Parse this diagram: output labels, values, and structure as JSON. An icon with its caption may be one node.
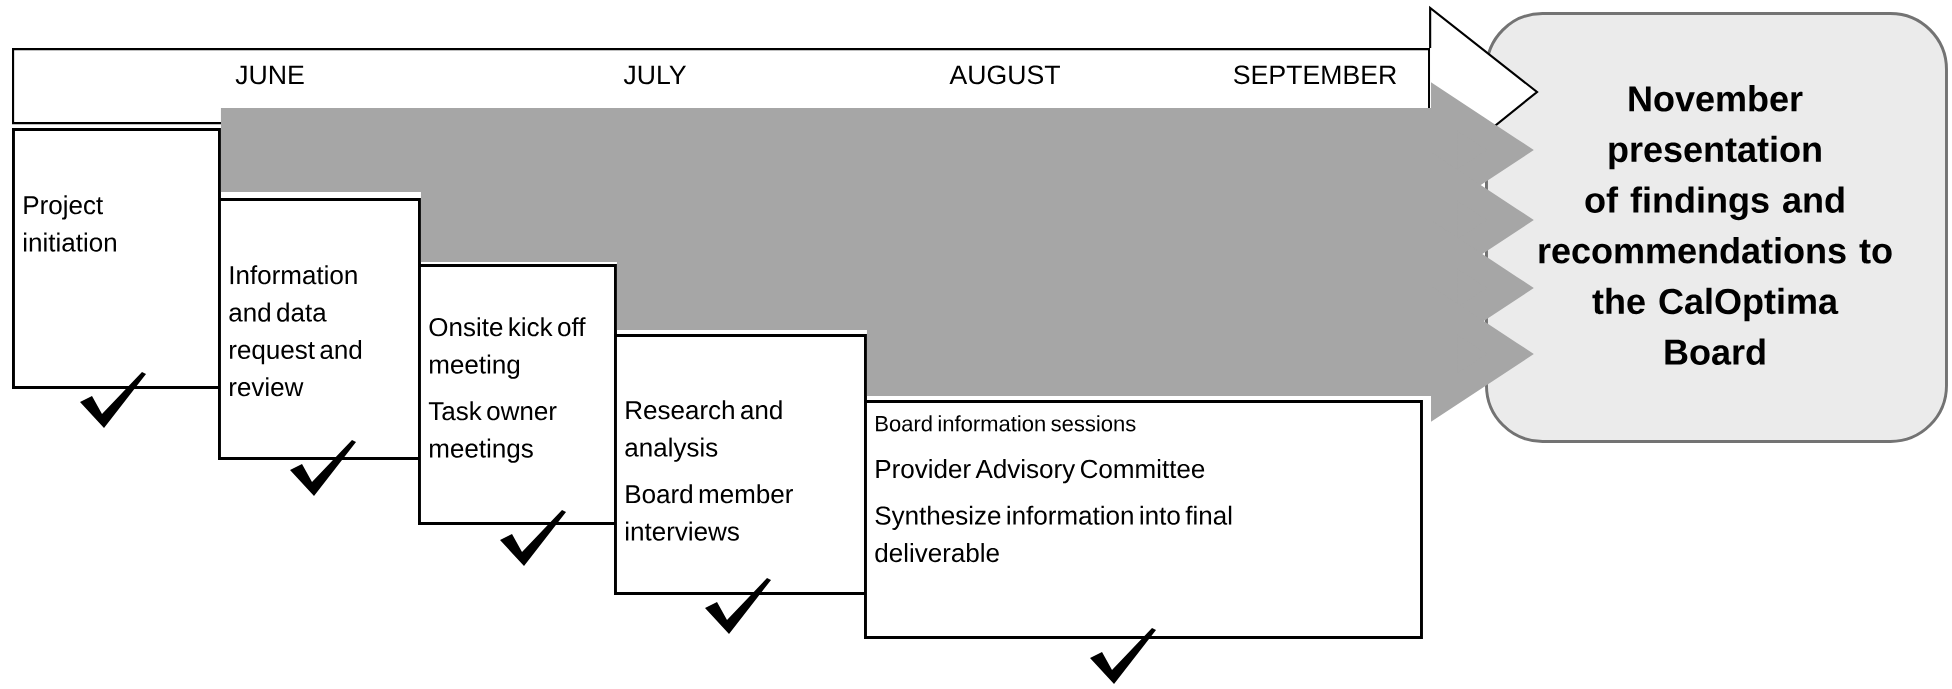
{
  "diagram": {
    "nodes": [
      {
        "text": [
          "JUNE",
          "JULY",
          "AUGUST",
          "SEPTEMBER"
        ]
      },
      {
        "text": [
          "Project initiation"
        ]
      },
      {
        "text": [
          "Information and data request and review"
        ]
      },
      {
        "text": [
          "Onsite kick off meeting",
          "Task owner meetings"
        ]
      },
      {
        "text": [
          "Research and analysis",
          "Board member interviews"
        ]
      },
      {
        "text": [
          "Board information sessions",
          "Provider Advisory Committee",
          "Synthesize information into final deliverable"
        ]
      },
      {
        "text": [
          "November presentation of findings and recommendations to the CalOptima Board"
        ]
      }
    ],
    "edges": [
      {
        "from": 0,
        "to": 6,
        "arrow": "to"
      },
      {
        "from": 1,
        "to": 6,
        "arrow": "to"
      },
      {
        "from": 2,
        "to": 6,
        "arrow": "to"
      },
      {
        "from": 3,
        "to": 6,
        "arrow": "to"
      },
      {
        "from": 4,
        "to": 6,
        "arrow": "to"
      }
    ]
  }
}
